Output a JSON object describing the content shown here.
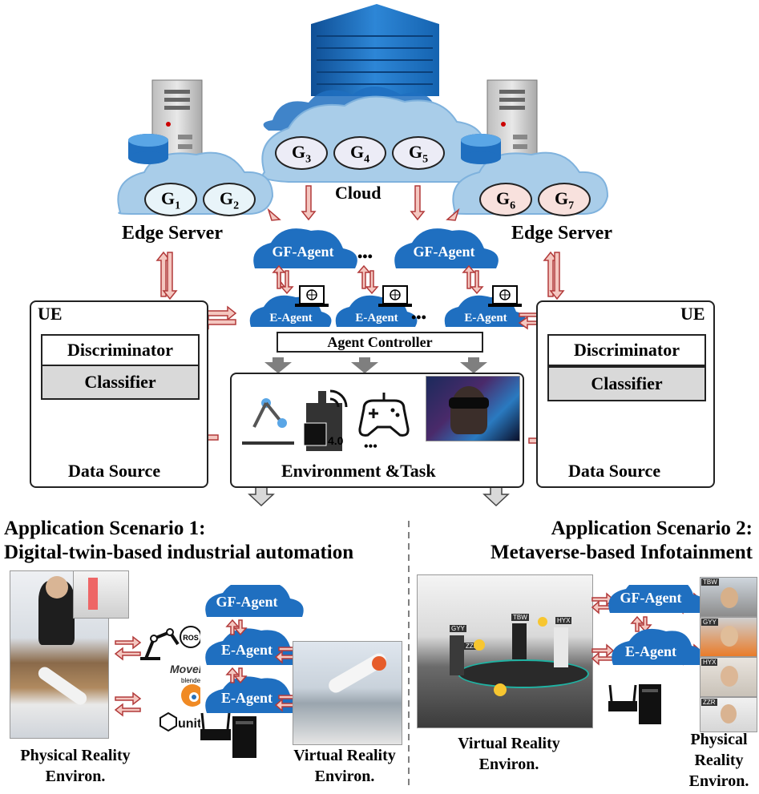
{
  "cloud": {
    "label": "Cloud",
    "nodes": [
      "G",
      "G",
      "G"
    ],
    "subs": [
      "3",
      "4",
      "5"
    ]
  },
  "edge_left": {
    "label": "Edge Server",
    "nodes": [
      "G",
      "G"
    ],
    "subs": [
      "1",
      "2"
    ]
  },
  "edge_right": {
    "label": "Edge Server",
    "nodes": [
      "G",
      "G"
    ],
    "subs": [
      "6",
      "7"
    ]
  },
  "agents": {
    "gf_agent": "GF-Agent",
    "e_agent": "E-Agent",
    "ellipsis": "•••",
    "controller": "Agent Controller"
  },
  "ue_left": {
    "title": "UE",
    "discriminator": "Discriminator",
    "classifier": "Classifier",
    "data_source": "Data Source"
  },
  "ue_right": {
    "title": "UE",
    "discriminator": "Discriminator",
    "classifier": "Classifier",
    "data_source": "Data Source"
  },
  "environment": {
    "label": "Environment &Task",
    "ellipsis": "•••",
    "industry_label": "4.0"
  },
  "scenario1": {
    "title_line1": "Application Scenario 1:",
    "title_line2": "Digital-twin-based industrial automation",
    "physical": "Physical Reality Environ.",
    "virtual": "Virtual Reality Environ.",
    "tools": {
      "ros": "ROS",
      "moveit": "MoveIt",
      "blender": "blender",
      "unity": "unity"
    }
  },
  "scenario2": {
    "title_line1": "Application Scenario 2:",
    "title_line2": "Metaverse-based Infotainment",
    "virtual": "Virtual Reality Environ.",
    "physical_l1": "Physical",
    "physical_l2": "Reality",
    "physical_l3": "Environ.",
    "avatar_tags": [
      "GYY",
      "TBW",
      "HYX",
      "ZZR"
    ],
    "participant_tags": [
      "TBW",
      "GYY",
      "HYX",
      "ZZR"
    ]
  },
  "colors": {
    "cloud_blue": "#1f6fc0",
    "light_blue_cloud": "#a9cde9",
    "arrow_fill": "#f4c7c0",
    "arrow_stroke": "#b23a3a",
    "gray": "#d9d9d9"
  }
}
